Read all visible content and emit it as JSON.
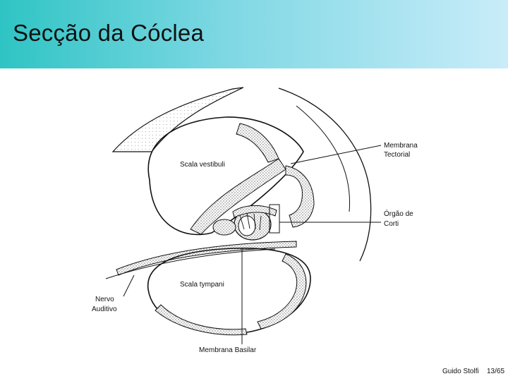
{
  "slide": {
    "title": "Secção da Cóclea",
    "footer_author": "Guido Stolfi",
    "footer_page": "13/65"
  },
  "diagram": {
    "labels": {
      "scala_vestibuli": "Scala vestibuli",
      "scala_tympani": "Scala tympani",
      "membrana_tectorial_line1": "Membrana",
      "membrana_tectorial_line2": "Tectorial",
      "orgao_corti_line1": "Órgão de",
      "orgao_corti_line2": "Corti",
      "nervo_auditivo_line1": "Nervo",
      "nervo_auditivo_line2": "Auditivo",
      "membrana_basilar": "Membrana Basilar"
    }
  }
}
